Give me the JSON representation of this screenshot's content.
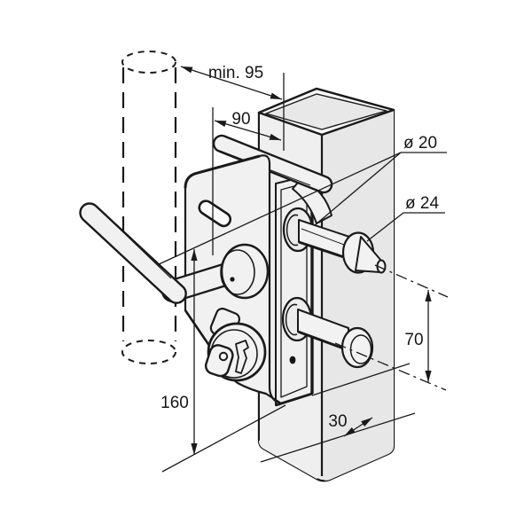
{
  "figure": {
    "type": "technical-drawing",
    "subject": "gate-lock-mounted-on-square-post",
    "dimensions": {
      "min_clearance": {
        "label": "min. 95"
      },
      "backset": {
        "label": "90"
      },
      "upper_bolt_diameter": {
        "label": "ø 20"
      },
      "lower_bolt_diameter": {
        "label": "ø 24"
      },
      "bolt_spacing": {
        "label": "70"
      },
      "handle_to_bottom": {
        "label": "160"
      },
      "profile_depth": {
        "label": "30"
      }
    },
    "colors": {
      "line": "#1a1a1a",
      "metal_light": "#f2f2f2",
      "metal_mid": "#ececec",
      "background": "#ffffff"
    }
  }
}
